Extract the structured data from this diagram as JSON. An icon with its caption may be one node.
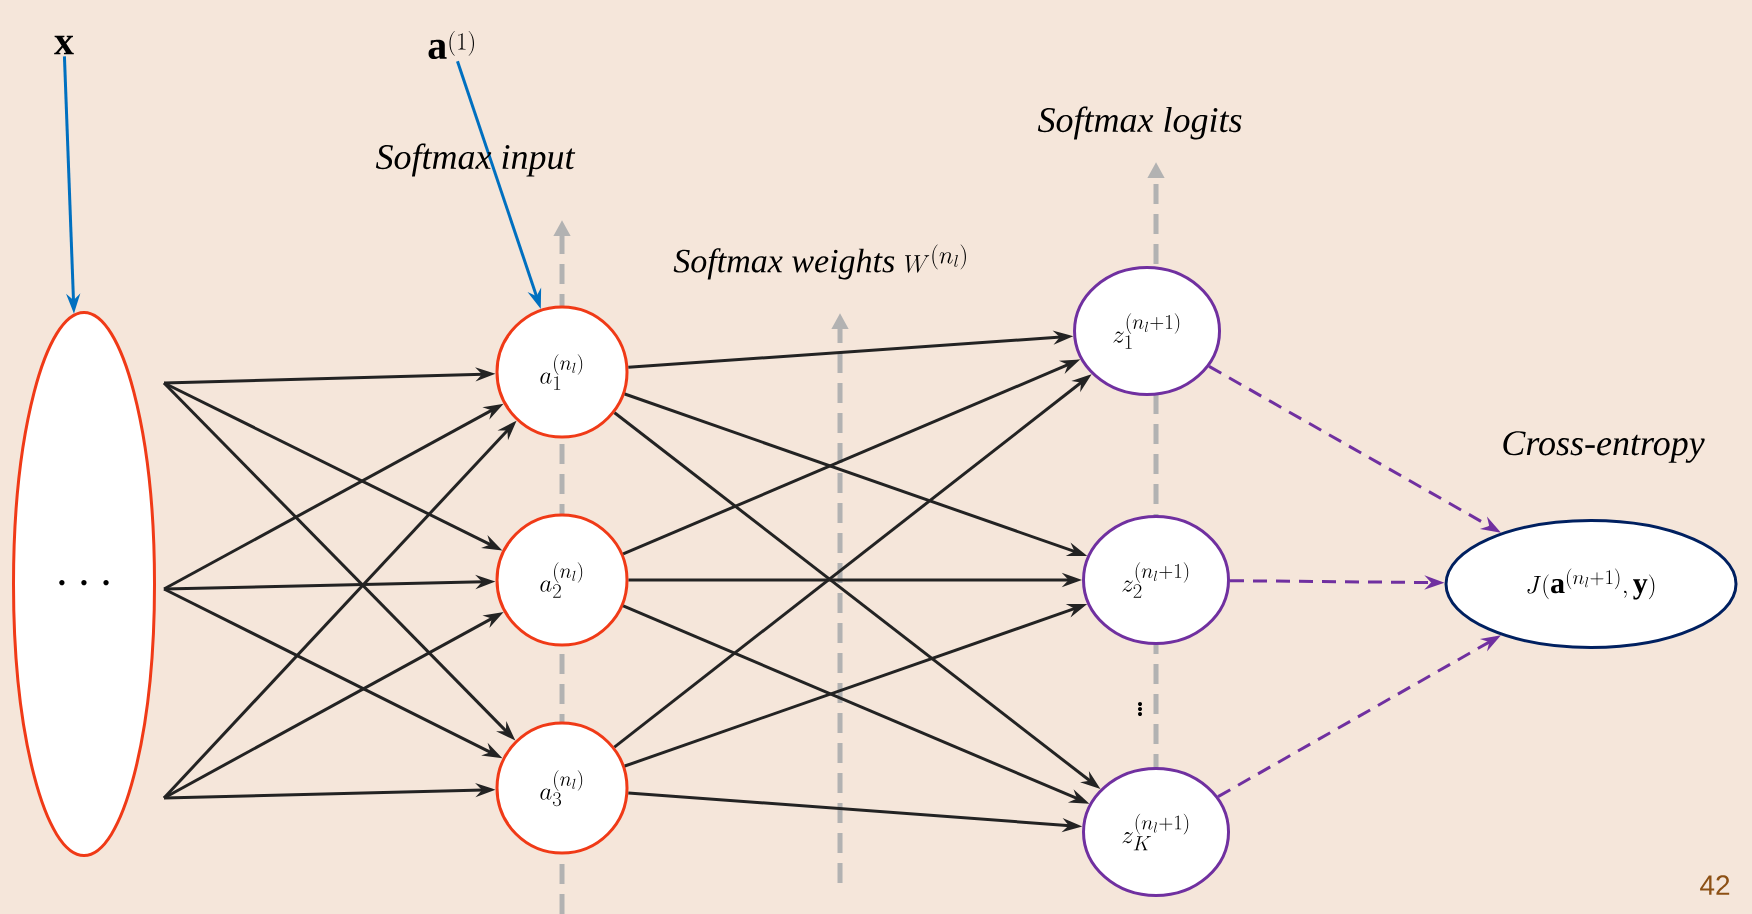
{
  "diagram": {
    "nodes": [
      {
        "text": [
          "\\cdots"
        ]
      },
      {
        "text": [
          "a_1^{(n_l)}"
        ]
      },
      {
        "text": [
          "a_2^{(n_l)}"
        ]
      },
      {
        "text": [
          "a_3^{(n_l)}"
        ]
      },
      {
        "text": [
          "z_1^{(n_l+1)}"
        ]
      },
      {
        "text": [
          "z_2^{(n_l+1)}"
        ]
      },
      {
        "text": [
          "z_K^{(n_l+1)}"
        ]
      },
      {
        "text": [
          "J(\\mathbf{a}^{(n_l+1)},\\mathbf{y})"
        ]
      },
      {
        "text": [
          "\\mathbf{x}"
        ]
      },
      {
        "text": [
          "\\mathbf{a}^{(1)}"
        ]
      }
    ],
    "edges": [
      {
        "from": 8,
        "to": 0,
        "arrow": "to",
        "color": "#0070c0"
      },
      {
        "from": 9,
        "to": 1,
        "arrow": "to",
        "color": "#0070c0"
      },
      {
        "from": 0,
        "to": 1,
        "arrow": "to"
      },
      {
        "from": 0,
        "to": 2,
        "arrow": "to"
      },
      {
        "from": 0,
        "to": 3,
        "arrow": "to"
      },
      {
        "from": 0,
        "to": 1,
        "arrow": "to"
      },
      {
        "from": 0,
        "to": 2,
        "arrow": "to"
      },
      {
        "from": 0,
        "to": 3,
        "arrow": "to"
      },
      {
        "from": 0,
        "to": 1,
        "arrow": "to"
      },
      {
        "from": 0,
        "to": 2,
        "arrow": "to"
      },
      {
        "from": 0,
        "to": 3,
        "arrow": "to"
      },
      {
        "from": 1,
        "to": 4,
        "arrow": "to"
      },
      {
        "from": 1,
        "to": 5,
        "arrow": "to"
      },
      {
        "from": 1,
        "to": 6,
        "arrow": "to"
      },
      {
        "from": 2,
        "to": 4,
        "arrow": "to"
      },
      {
        "from": 2,
        "to": 5,
        "arrow": "to"
      },
      {
        "from": 2,
        "to": 6,
        "arrow": "to"
      },
      {
        "from": 3,
        "to": 4,
        "arrow": "to"
      },
      {
        "from": 3,
        "to": 5,
        "arrow": "to"
      },
      {
        "from": 3,
        "to": 6,
        "arrow": "to"
      },
      {
        "from": 4,
        "to": 7,
        "arrow": "to",
        "style": "dashed",
        "color": "#7030a0"
      },
      {
        "from": 5,
        "to": 7,
        "arrow": "to",
        "style": "dashed",
        "color": "#7030a0"
      },
      {
        "from": 6,
        "to": 7,
        "arrow": "to",
        "style": "dashed",
        "color": "#7030a0"
      }
    ],
    "labels": [
      "Softmax input",
      "\\textit{Softmax weights}\\ W^{(n_l)}",
      "Softmax logits",
      "Cross-entropy",
      "\\vdots",
      "42"
    ]
  }
}
